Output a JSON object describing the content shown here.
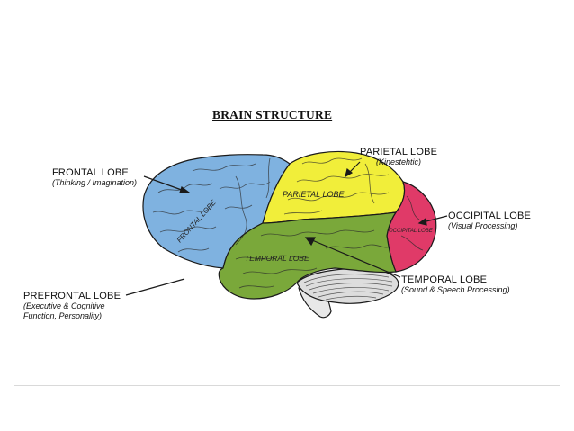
{
  "title": "BRAIN STRUCTURE",
  "colors": {
    "frontal": "#7fb2e0",
    "parietal": "#f1ee3a",
    "occipital": "#e03a68",
    "temporal": "#7aa83a",
    "cerebellum": "#dddddd",
    "outline": "#1a1a1a"
  },
  "labels": {
    "frontal": {
      "name": "FRONTAL LOBE",
      "desc": "(Thinking / Imagination)"
    },
    "parietal": {
      "name": "PARIETAL LOBE",
      "desc": "(Kinestehtic)"
    },
    "occipital": {
      "name": "OCCIPITAL LOBE",
      "desc": "(Visual Processing)"
    },
    "temporal": {
      "name": "TEMPORAL LOBE",
      "desc": "(Sound & Speech Processing)"
    },
    "prefrontal": {
      "name": "PREFRONTAL LOBE",
      "desc": "(Executive & Cognitive\nFunction, Personality)"
    }
  },
  "in_brain_labels": {
    "frontal": "FRONTAL LOBE",
    "parietal": "PARIETAL LOBE",
    "occipital": "OCCIPITAL LOBE",
    "temporal": "TEMPORAL LOBE"
  }
}
